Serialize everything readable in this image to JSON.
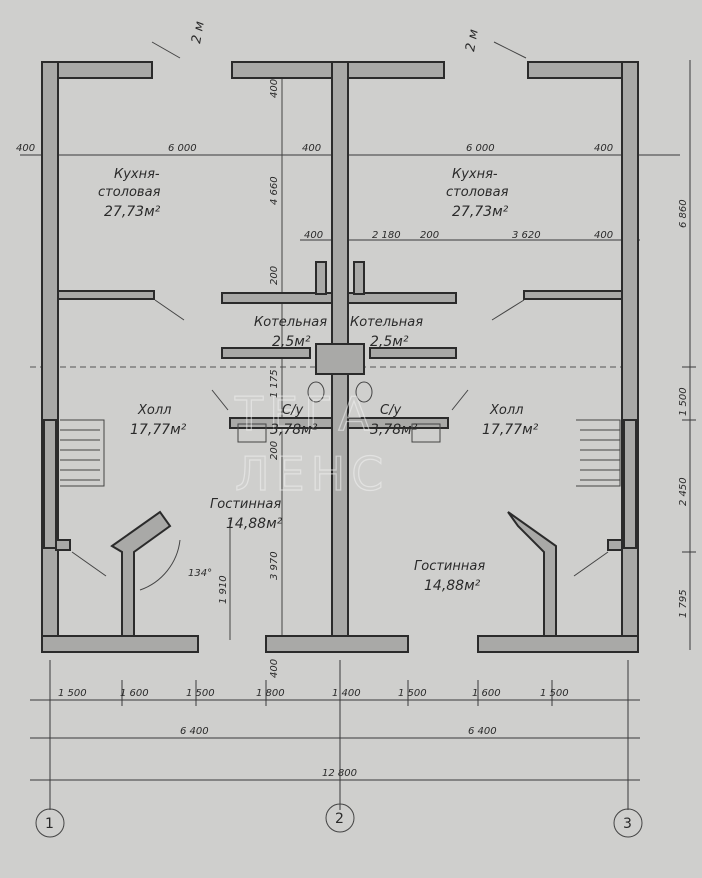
{
  "rooms": {
    "kitchen_left": {
      "name_line1": "Кухня-",
      "name_line2": "столовая",
      "area": "27,73м²"
    },
    "kitchen_right": {
      "name_line1": "Кухня-",
      "name_line2": "столовая",
      "area": "27,73м²"
    },
    "boiler_left": {
      "name": "Котельная",
      "area": "2,5м²"
    },
    "boiler_right": {
      "name": "Котельная",
      "area": "2,5м²"
    },
    "bath_left": {
      "name": "С/у",
      "area": "3,78м²"
    },
    "bath_right": {
      "name": "С/у",
      "area": "3,78м²"
    },
    "hall_left": {
      "name": "Холл",
      "area": "17,77м²"
    },
    "hall_right": {
      "name": "Холл",
      "area": "17,77м²"
    },
    "living_left": {
      "name": "Гостинная",
      "area": "14,88м²"
    },
    "living_right": {
      "name": "Гостинная",
      "area": "14,88м²"
    }
  },
  "dims": {
    "top_400_left": "400",
    "top_6000_left": "6 000",
    "mid_400": "400",
    "top_6000_right": "6 000",
    "top_400_right": "400",
    "v_400_top": "400",
    "v_4660": "4 660",
    "v_200": "200",
    "v_1175": "1 175",
    "v_200b": "200",
    "v_3970": "3 970",
    "v_1910": "1 910",
    "v_400_bottom": "400",
    "r_400a": "400",
    "r_2180": "2 180",
    "r_200": "200",
    "r_3620": "3 620",
    "r_400b": "400",
    "right_6860": "6 860",
    "right_1500": "1 500",
    "right_2450": "2 450",
    "right_1795": "1 795",
    "bottom_seg": [
      "1 500",
      "1 600",
      "1 500",
      "1 800",
      "1 400",
      "1 500",
      "1 600",
      "1 500"
    ],
    "bottom_6400_left": "6 400",
    "bottom_6400_right": "6 400",
    "bottom_12800": "12 800",
    "angle": "134°",
    "door_left": "2 м",
    "door_right": "2 м"
  },
  "axes": [
    "1",
    "2",
    "3"
  ],
  "watermark": {
    "line1": "ТЕГА",
    "line2": "ЛЕНС"
  }
}
